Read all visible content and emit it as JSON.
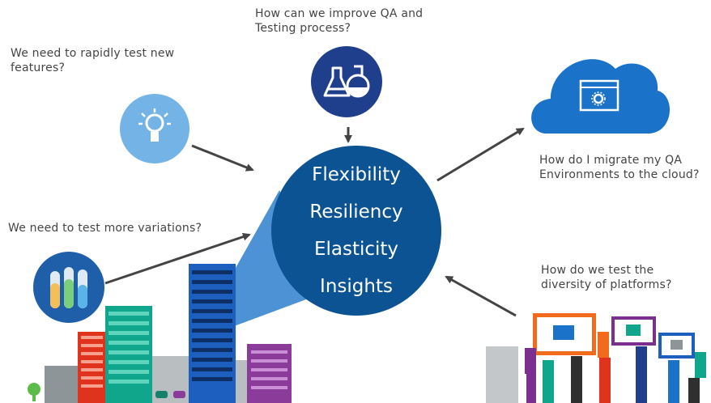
{
  "questions": {
    "rapid_test": [
      "We need to rapidly test new",
      "features?"
    ],
    "improve_qa": [
      "How can we improve QA and",
      "Testing process?"
    ],
    "variations": [
      "We need to test more variations?"
    ],
    "migrate": [
      "How do I migrate my QA",
      "Environments to the cloud?"
    ],
    "diversity": [
      "How do we test the",
      "diversity of platforms?"
    ]
  },
  "hub": {
    "items": [
      "Flexibility",
      "Resiliency",
      "Elasticity",
      "Insights"
    ]
  },
  "icons": {
    "lightbulb": "lightbulb-icon",
    "flasks": "lab-flasks-icon",
    "test_tubes": "test-tubes-icon",
    "cloud": "cloud-icon",
    "gear_window": "gear-window-icon"
  },
  "colors": {
    "hub_blue": "#0b5393",
    "light_blue": "#6fb1e4",
    "navy": "#1f3e8c",
    "cloud_blue": "#1a73c9",
    "arrow": "#444444"
  }
}
